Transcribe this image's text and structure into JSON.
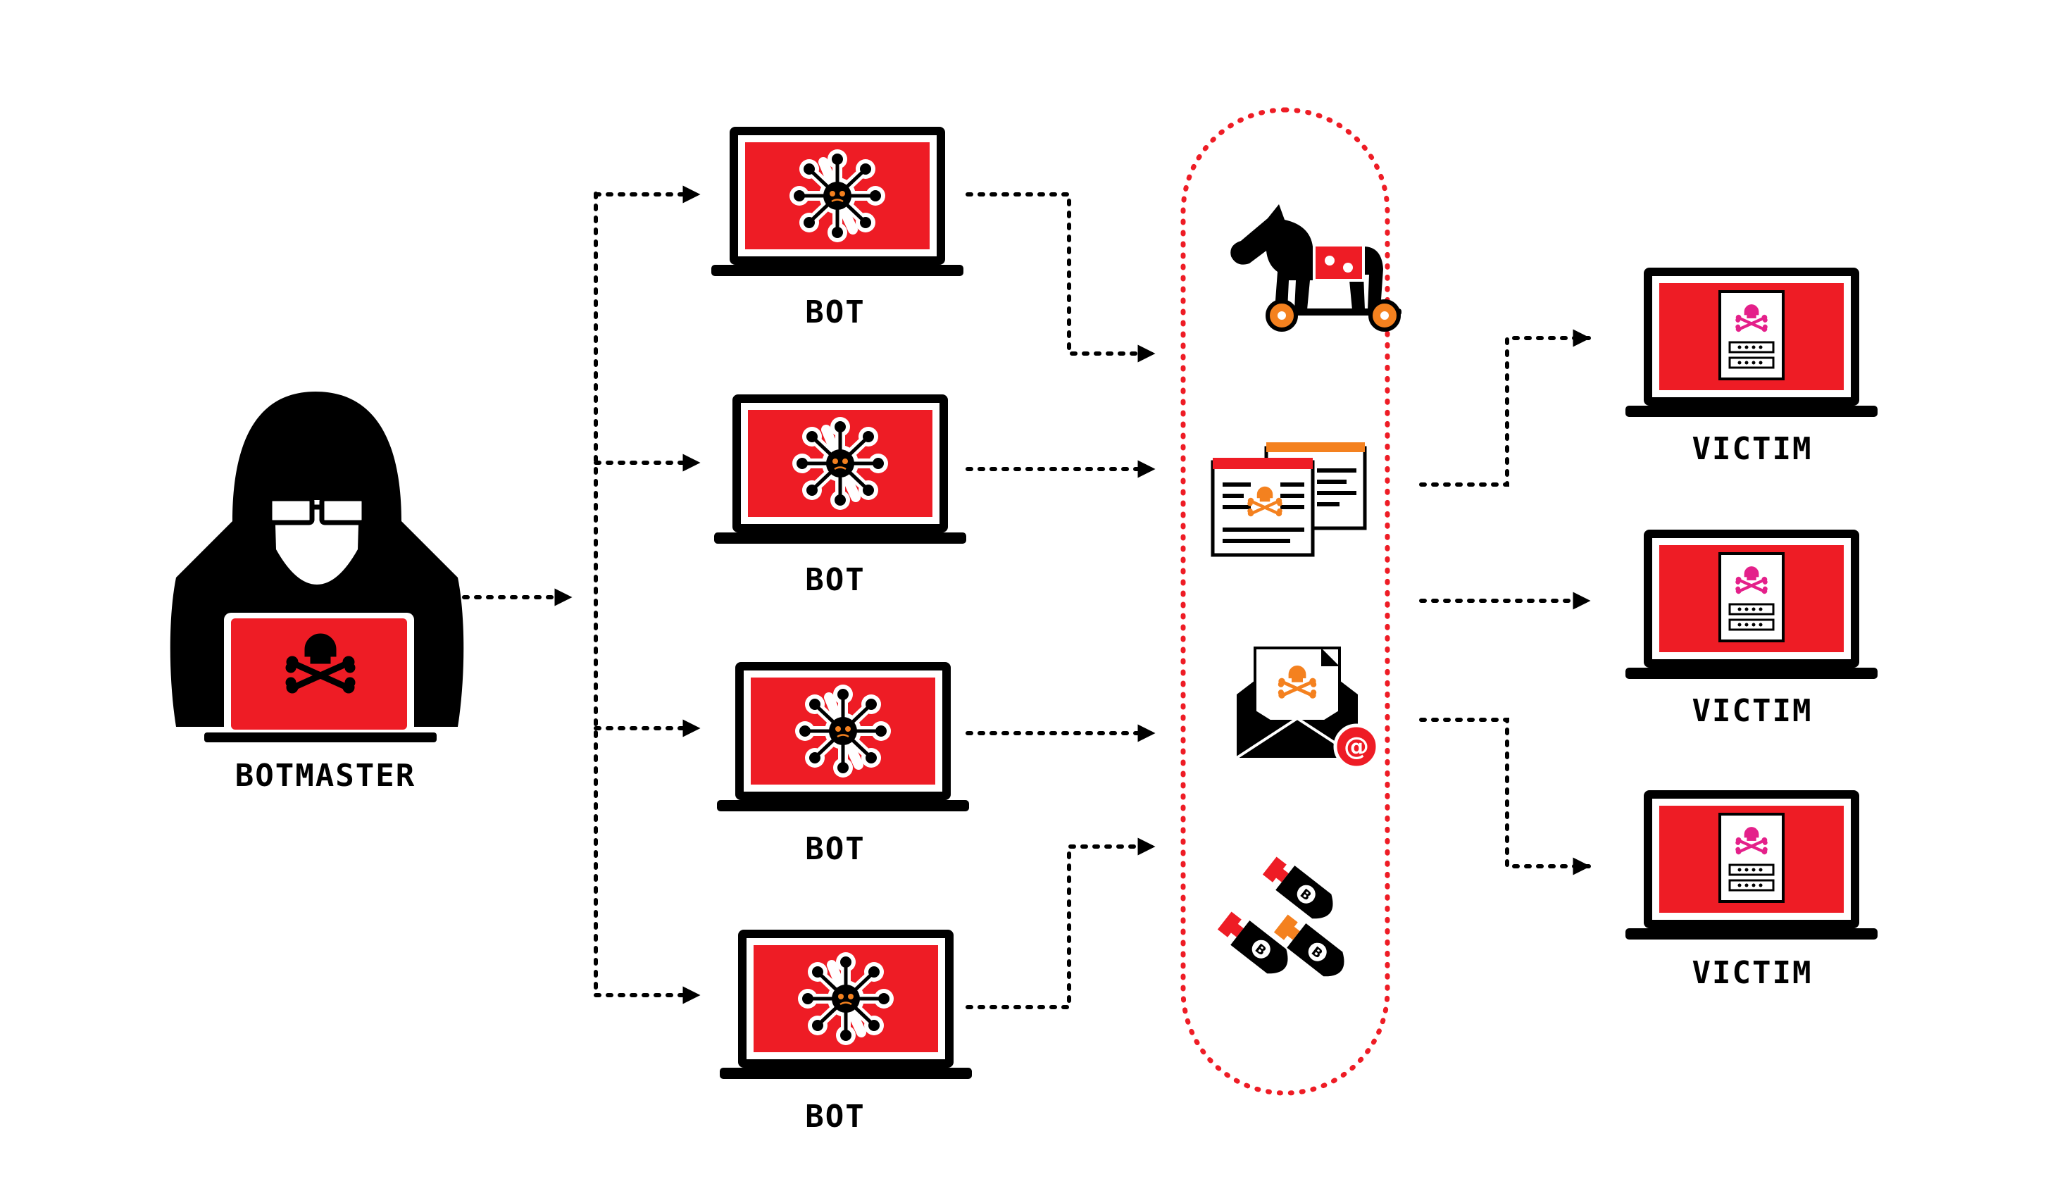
{
  "colors": {
    "accent_red": "#ee1c25",
    "accent_orange": "#f4811f",
    "accent_pink": "#e4208a",
    "ink": "#000000",
    "background": "#ffffff"
  },
  "nodes": {
    "botmaster": {
      "label": "BOTMASTER",
      "icon": "hooded-hacker-laptop-skull-icon"
    },
    "bots": [
      {
        "label": "BOT",
        "icon": "laptop-virus-icon"
      },
      {
        "label": "BOT",
        "icon": "laptop-virus-icon"
      },
      {
        "label": "BOT",
        "icon": "laptop-virus-icon"
      },
      {
        "label": "BOT",
        "icon": "laptop-virus-icon"
      }
    ],
    "attacks": [
      {
        "icon": "trojan-horse-icon"
      },
      {
        "icon": "malicious-webpage-icon"
      },
      {
        "icon": "phishing-email-icon"
      },
      {
        "icon": "bombs-ddos-icon"
      }
    ],
    "victims": [
      {
        "label": "VICTIM",
        "icon": "laptop-compromised-document-icon"
      },
      {
        "label": "VICTIM",
        "icon": "laptop-compromised-document-icon"
      },
      {
        "label": "VICTIM",
        "icon": "laptop-compromised-document-icon"
      }
    ]
  },
  "edges": [
    {
      "from": "botmaster",
      "to": "bot-1"
    },
    {
      "from": "botmaster",
      "to": "bot-2"
    },
    {
      "from": "botmaster",
      "to": "bot-3"
    },
    {
      "from": "botmaster",
      "to": "bot-4"
    },
    {
      "from": "bot-1",
      "to": "attack-trojan"
    },
    {
      "from": "bot-2",
      "to": "attack-webpage"
    },
    {
      "from": "bot-3",
      "to": "attack-email"
    },
    {
      "from": "bot-4",
      "to": "attack-bombs"
    },
    {
      "from": "attack-group",
      "to": "victim-1"
    },
    {
      "from": "attack-group",
      "to": "victim-2"
    },
    {
      "from": "attack-group",
      "to": "victim-3"
    }
  ]
}
